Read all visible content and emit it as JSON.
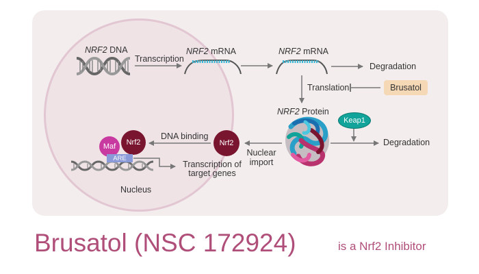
{
  "diagram": {
    "dna_label_gene": "NRF2",
    "dna_label_suffix": "DNA",
    "transcription": "Transcription",
    "mrna1_gene": "NRF2",
    "mrna1_suffix": "mRNA",
    "mrna2_gene": "NRF2",
    "mrna2_suffix": "mRNA",
    "degradation_top": "Degradation",
    "translation": "Translation",
    "inhibitor": "Brusatol",
    "protein_gene": "NRF2",
    "protein_suffix": "Protein",
    "keap1": "Keap1",
    "degradation_mid": "Degradation",
    "nrf2_cytoplasm": "Nrf2",
    "nuclear_import_line1": "Nuclear",
    "nuclear_import_line2": "import",
    "dna_binding": "DNA binding",
    "maf": "Maf",
    "nrf2_nucleus": "Nrf2",
    "are": "ARE",
    "target_line1": "Transcription of",
    "target_line2": "target genes",
    "nucleus": "Nucleus"
  },
  "caption": {
    "title": "Brusatol (NSC 172924)",
    "subtitle": "is a Nrf2 Inhibitor"
  },
  "colors": {
    "panel": "#f3eded",
    "nucleus_fill": "#efe3e6",
    "nucleus_border": "#e2c6d2",
    "nrf2": "#7a1530",
    "maf": "#c93aa1",
    "keap1": "#12a39a",
    "are": "#8a9ad8",
    "mrna": "#3bb7d6",
    "brusatol_badge": "#f5d8b5",
    "title": "#b04e7a"
  }
}
